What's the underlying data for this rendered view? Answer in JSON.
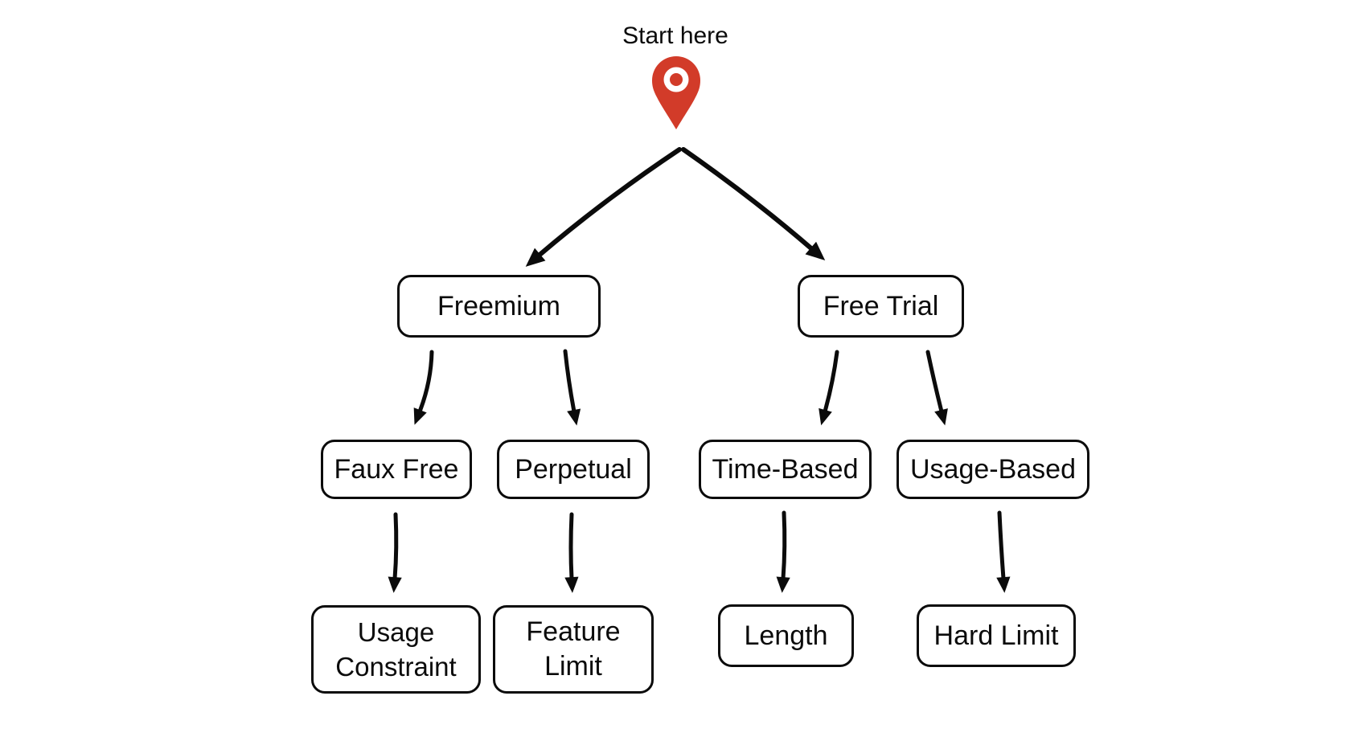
{
  "start": {
    "label": "Start here",
    "icon": "location-pin-icon"
  },
  "nodes": {
    "freemium": {
      "label": "Freemium"
    },
    "free_trial": {
      "label": "Free Trial"
    },
    "faux_free": {
      "label": "Faux Free"
    },
    "perpetual": {
      "label": "Perpetual"
    },
    "time_based": {
      "label": "Time-Based"
    },
    "usage_based": {
      "label": "Usage-Based"
    },
    "usage_constraint": {
      "label": "Usage Constraint"
    },
    "feature_limit": {
      "label": "Feature Limit"
    },
    "length": {
      "label": "Length"
    },
    "hard_limit": {
      "label": "Hard Limit"
    }
  },
  "edges": [
    {
      "from": "start",
      "to": "freemium"
    },
    {
      "from": "start",
      "to": "free_trial"
    },
    {
      "from": "freemium",
      "to": "faux_free"
    },
    {
      "from": "freemium",
      "to": "perpetual"
    },
    {
      "from": "free_trial",
      "to": "time_based"
    },
    {
      "from": "free_trial",
      "to": "usage_based"
    },
    {
      "from": "faux_free",
      "to": "usage_constraint"
    },
    {
      "from": "perpetual",
      "to": "feature_limit"
    },
    {
      "from": "time_based",
      "to": "length"
    },
    {
      "from": "usage_based",
      "to": "hard_limit"
    }
  ],
  "colors": {
    "pin": "#D23B29",
    "line": "#0B0B0B",
    "node_border": "#0B0B0B",
    "text": "#0B0B0B",
    "background": "#FFFFFF"
  }
}
